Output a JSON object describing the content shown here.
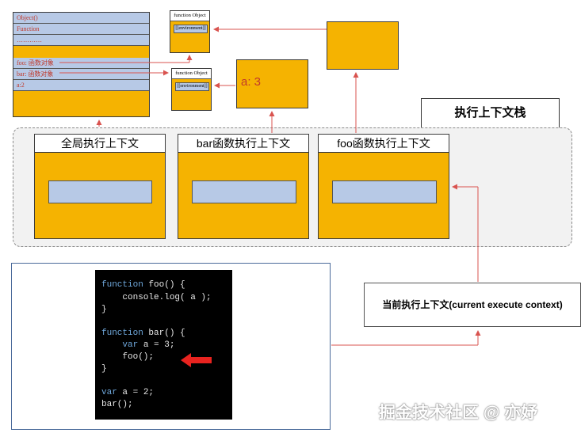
{
  "global_object": {
    "rows": [
      "Object()",
      "Function",
      "…………",
      "foo: 函数对象",
      "bar: 函数对象",
      "a:2"
    ]
  },
  "function_objects": [
    {
      "title": "function Object",
      "env": "[[environment]]"
    },
    {
      "title": "function Object",
      "env": "[[environment]]"
    }
  ],
  "bar_variable": "a: 3",
  "stack_label": "执行上下文栈",
  "contexts": [
    "全局执行上下文",
    "bar函数执行上下文",
    "foo函数执行上下文"
  ],
  "current_context": "当前执行上下文(current  execute context)",
  "code": {
    "line1": [
      "function",
      " foo() {"
    ],
    "line2": "    console.log( a );",
    "line3": "}",
    "line4": [
      "function",
      " bar() {"
    ],
    "line5": [
      "    ",
      "var",
      " a = 3;"
    ],
    "line6": "    foo();",
    "line7": "}",
    "line8": [
      "var",
      " a = 2;"
    ],
    "line9": "bar();"
  },
  "watermark": "掘金技术社区 @ 亦妤",
  "colors": {
    "context_fill": "#f5b301",
    "slot_fill": "#b7c9e6",
    "arrow": "#d9534f",
    "code_bg": "#000000"
  }
}
